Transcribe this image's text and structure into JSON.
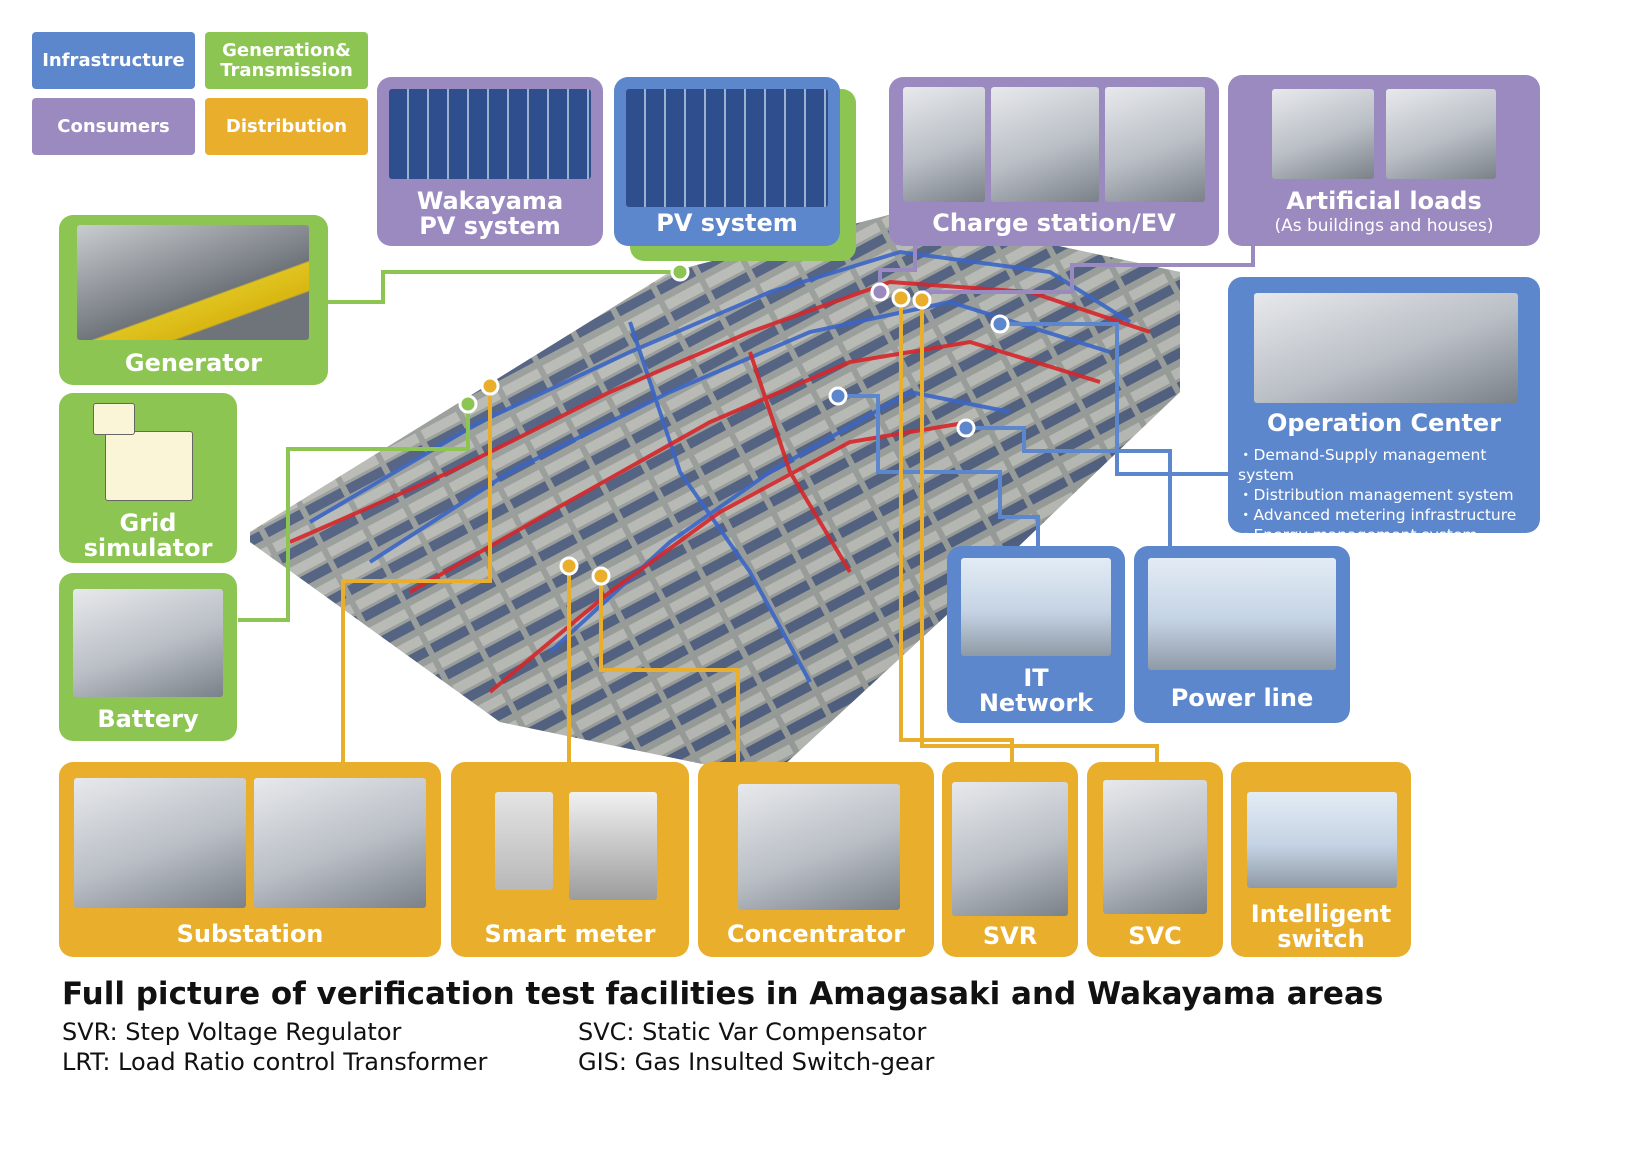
{
  "legend": {
    "infrastructure": "Infrastructure",
    "generation": "Generation&\nTransmission",
    "consumers": "Consumers",
    "distribution": "Distribution"
  },
  "colors": {
    "infrastructure": "#5d87cc",
    "generation": "#8dc553",
    "consumers": "#9b8ac0",
    "distribution": "#e8ae2c",
    "power_line": "#d6262a"
  },
  "facilities": {
    "wakayama_pv": "Wakayama\nPV system",
    "pv_system": "PV system",
    "charge_station": "Charge station/EV",
    "artificial_loads": "Artificial loads",
    "artificial_loads_sub": "(As buildings and houses)",
    "generator": "Generator",
    "grid_simulator": "Grid\nsimulator",
    "battery": "Battery",
    "operation_center": "Operation Center",
    "operation_center_items": [
      "・Demand-Supply management system",
      "・Distribution management system",
      "・Advanced metering infrastructure",
      "・Energy management system"
    ],
    "it_network": "IT\nNetwork",
    "power_line": "Power line",
    "substation": "Substation",
    "smart_meter": "Smart meter",
    "concentrator": "Concentrator",
    "svr": "SVR",
    "svc": "SVC",
    "intelligent_switch": "Intelligent\nswitch"
  },
  "caption": {
    "title": "Full picture of verification test facilities in Amagasaki and Wakayama areas",
    "notes": [
      "SVR: Step Voltage Regulator",
      "LRT: Load Ratio control Transformer",
      "SVC: Static Var Compensator",
      "GIS: Gas Insulted Switch-gear"
    ]
  }
}
